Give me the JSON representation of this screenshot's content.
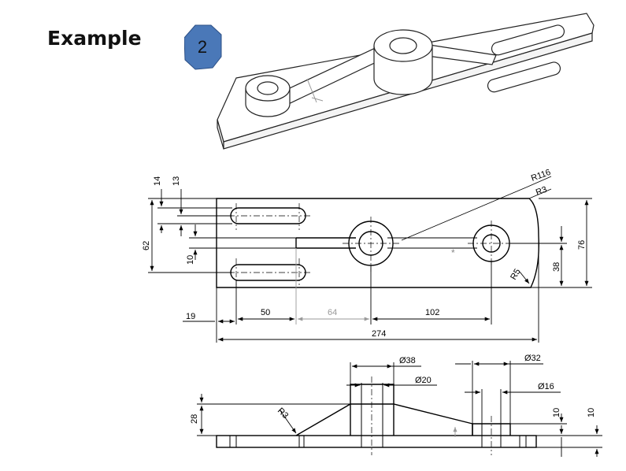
{
  "title": "Example",
  "badge": {
    "number": "2",
    "color": "#4a78b8"
  },
  "top_view_dims": {
    "d14": "14",
    "d13": "13",
    "d62": "62",
    "d10": "10",
    "d38": "38",
    "d76": "76",
    "r116": "R116",
    "r3": "R3",
    "r5": "R5",
    "d19": "19",
    "d50": "50",
    "d64": "64",
    "d102": "102",
    "d274": "274"
  },
  "front_view_dims": {
    "dia38": "Ø38",
    "dia20": "Ø20",
    "dia32": "Ø32",
    "dia16": "Ø16",
    "d28": "28",
    "r3": "R3",
    "d10a": "10",
    "d10b": "10"
  }
}
